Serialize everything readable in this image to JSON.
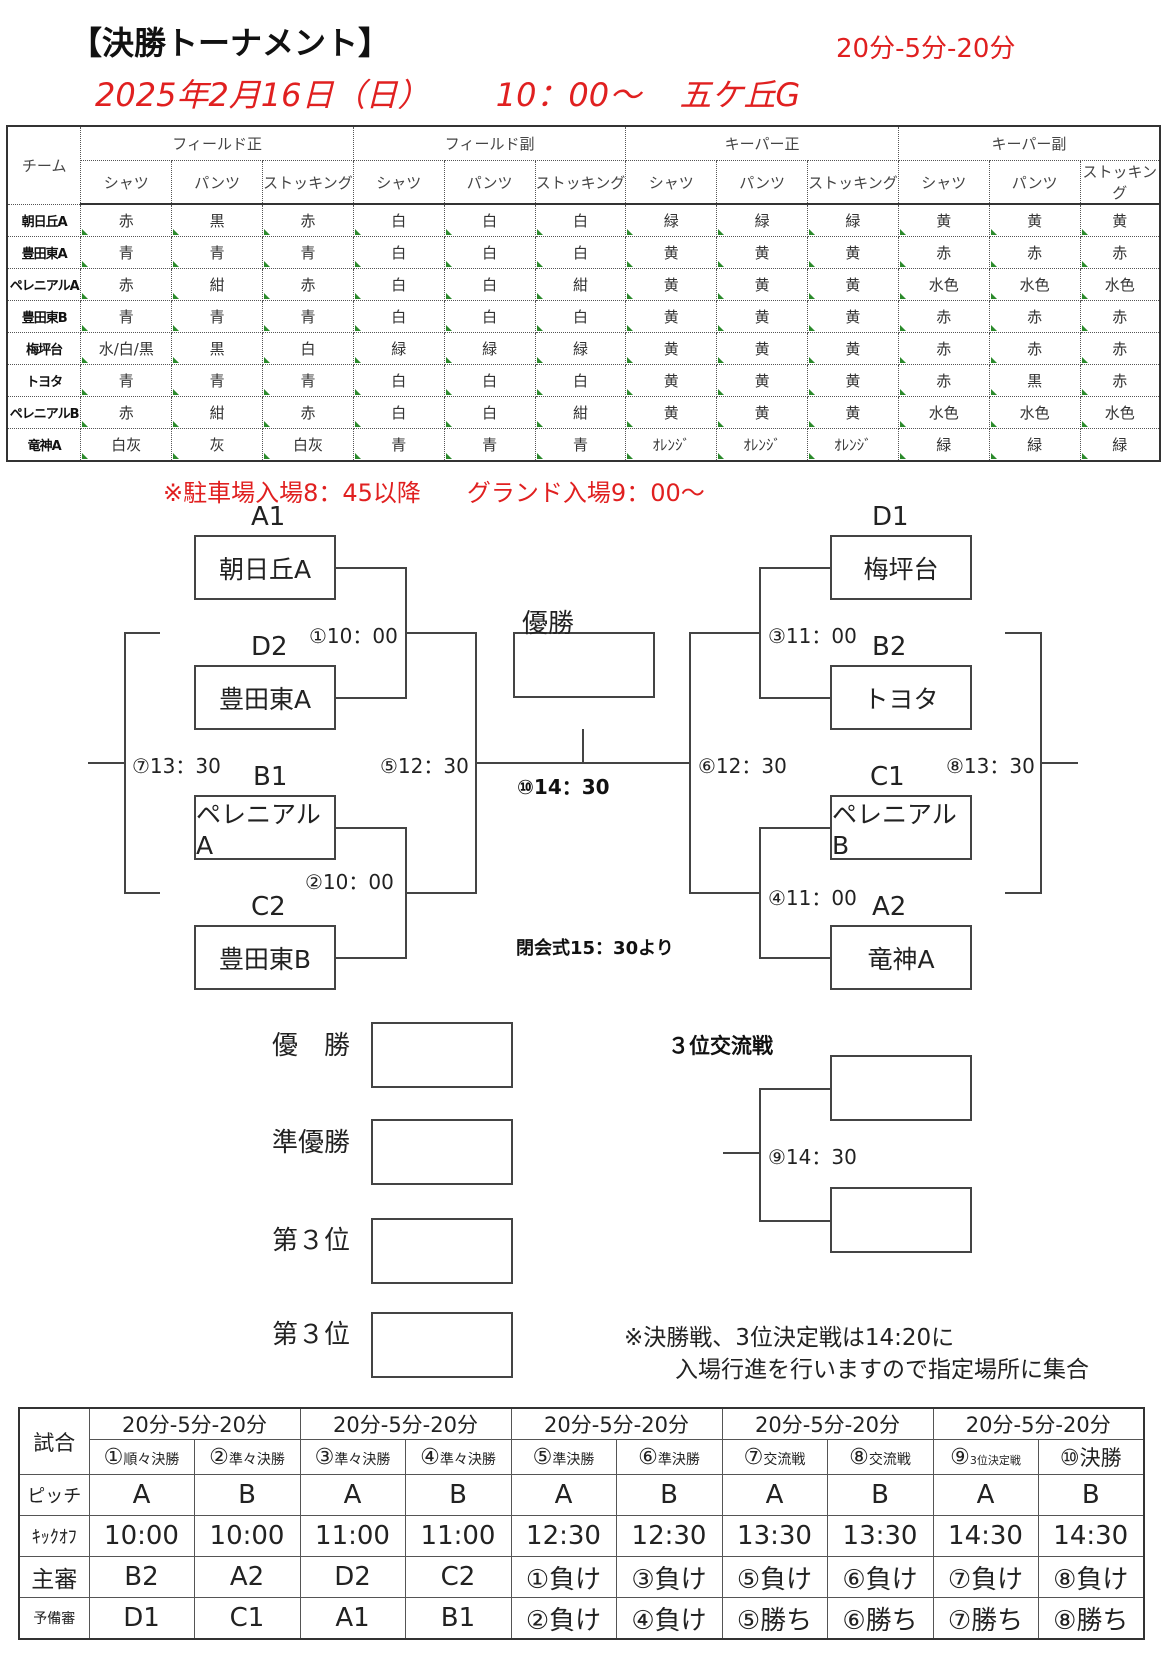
{
  "header": {
    "title": "【決勝トーナメント】",
    "format": "20分-5分-20分",
    "date": "2025年2月16日（日）",
    "time": "10：00～",
    "venue": "五ケ丘G"
  },
  "uniform": {
    "col_team": "チーム",
    "groups": [
      "フィールド正",
      "フィールド副",
      "キーパー正",
      "キーパー副"
    ],
    "items": [
      "シャツ",
      "パンツ",
      "ストッキング"
    ],
    "rows": [
      {
        "team": "朝日丘A",
        "v": [
          "赤",
          "黒",
          "赤",
          "白",
          "白",
          "白",
          "緑",
          "緑",
          "緑",
          "黄",
          "黄",
          "黄"
        ]
      },
      {
        "team": "豊田東A",
        "v": [
          "青",
          "青",
          "青",
          "白",
          "白",
          "白",
          "黄",
          "黄",
          "黄",
          "赤",
          "赤",
          "赤"
        ]
      },
      {
        "team": "ペレニアルA",
        "v": [
          "赤",
          "紺",
          "赤",
          "白",
          "白",
          "紺",
          "黄",
          "黄",
          "黄",
          "水色",
          "水色",
          "水色"
        ]
      },
      {
        "team": "豊田東B",
        "v": [
          "青",
          "青",
          "青",
          "白",
          "白",
          "白",
          "黄",
          "黄",
          "黄",
          "赤",
          "赤",
          "赤"
        ]
      },
      {
        "team": "梅坪台",
        "v": [
          "水/白/黒",
          "黒",
          "白",
          "緑",
          "緑",
          "緑",
          "黄",
          "黄",
          "黄",
          "赤",
          "赤",
          "赤"
        ]
      },
      {
        "team": "トヨタ",
        "v": [
          "青",
          "青",
          "青",
          "白",
          "白",
          "白",
          "黄",
          "黄",
          "黄",
          "赤",
          "黒",
          "赤"
        ]
      },
      {
        "team": "ペレニアルB",
        "v": [
          "赤",
          "紺",
          "赤",
          "白",
          "白",
          "紺",
          "黄",
          "黄",
          "黄",
          "水色",
          "水色",
          "水色"
        ]
      },
      {
        "team": "竜神A",
        "v": [
          "白灰",
          "灰",
          "白灰",
          "青",
          "青",
          "青",
          "ｵﾚﾝｼﾞ",
          "ｵﾚﾝｼﾞ",
          "ｵﾚﾝｼﾞ",
          "緑",
          "緑",
          "緑"
        ]
      }
    ]
  },
  "parking_note": "※駐車場入場8：45以降",
  "ground_note": "グランド入場9：00～",
  "bracket": {
    "final_title": "優勝",
    "slots": [
      {
        "seed": "A1",
        "team": "朝日丘A"
      },
      {
        "seed": "D2",
        "team": "豊田東A"
      },
      {
        "seed": "B1",
        "team": "ペレニアルA"
      },
      {
        "seed": "C2",
        "team": "豊田東B"
      },
      {
        "seed": "D1",
        "team": "梅坪台"
      },
      {
        "seed": "B2",
        "team": "トヨタ"
      },
      {
        "seed": "C1",
        "team": "ペレニアルB"
      },
      {
        "seed": "A2",
        "team": "竜神A"
      }
    ],
    "matches": {
      "m1": "①10：00",
      "m2": "②10：00",
      "m3": "③11：00",
      "m4": "④11：00",
      "m5": "⑤12：30",
      "m6": "⑥12：30",
      "m7": "⑦13：30",
      "m8": "⑧13：30",
      "m10": "⑩14：30"
    },
    "closing": "閉会式15：30より"
  },
  "results": {
    "labels": [
      "優　勝",
      "準優勝",
      "第３位",
      "第３位"
    ]
  },
  "third_place": {
    "title": "３位交流戦",
    "match": "⑨14：30"
  },
  "notes": {
    "line1": "※決勝戦、3位決定戦は14:20に",
    "line2": "入場行進を行いますので指定場所に集合"
  },
  "schedule": {
    "row_labels": {
      "match": "試合",
      "pitch": "ピッチ",
      "kickoff": "ｷｯｸｵﾌ",
      "referee": "主審",
      "reserve": "予備審"
    },
    "formats": [
      "20分-5分-20分",
      "20分-5分-20分",
      "20分-5分-20分",
      "20分-5分-20分",
      "20分-5分-20分"
    ],
    "games": [
      {
        "num": "①",
        "name": "順々決勝",
        "pitch": "A",
        "kickoff": "10:00",
        "referee": "B2",
        "reserve": "D1"
      },
      {
        "num": "②",
        "name": "準々決勝",
        "pitch": "B",
        "kickoff": "10:00",
        "referee": "A2",
        "reserve": "C1"
      },
      {
        "num": "③",
        "name": "準々決勝",
        "pitch": "A",
        "kickoff": "11:00",
        "referee": "D2",
        "reserve": "A1"
      },
      {
        "num": "④",
        "name": "準々決勝",
        "pitch": "B",
        "kickoff": "11:00",
        "referee": "C2",
        "reserve": "B1"
      },
      {
        "num": "⑤",
        "name": "準決勝",
        "pitch": "A",
        "kickoff": "12:30",
        "referee": "①負け",
        "reserve": "②負け"
      },
      {
        "num": "⑥",
        "name": "準決勝",
        "pitch": "B",
        "kickoff": "12:30",
        "referee": "③負け",
        "reserve": "④負け"
      },
      {
        "num": "⑦",
        "name": "交流戦",
        "pitch": "A",
        "kickoff": "13:30",
        "referee": "⑤負け",
        "reserve": "⑤勝ち"
      },
      {
        "num": "⑧",
        "name": "交流戦",
        "pitch": "B",
        "kickoff": "13:30",
        "referee": "⑥負け",
        "reserve": "⑥勝ち"
      },
      {
        "num": "⑨",
        "name": "3位決定戦",
        "pitch": "A",
        "kickoff": "14:30",
        "referee": "⑦負け",
        "reserve": "⑦勝ち"
      },
      {
        "num": "⑩",
        "name": "決勝",
        "pitch": "B",
        "kickoff": "14:30",
        "referee": "⑧負け",
        "reserve": "⑧勝ち"
      }
    ]
  }
}
